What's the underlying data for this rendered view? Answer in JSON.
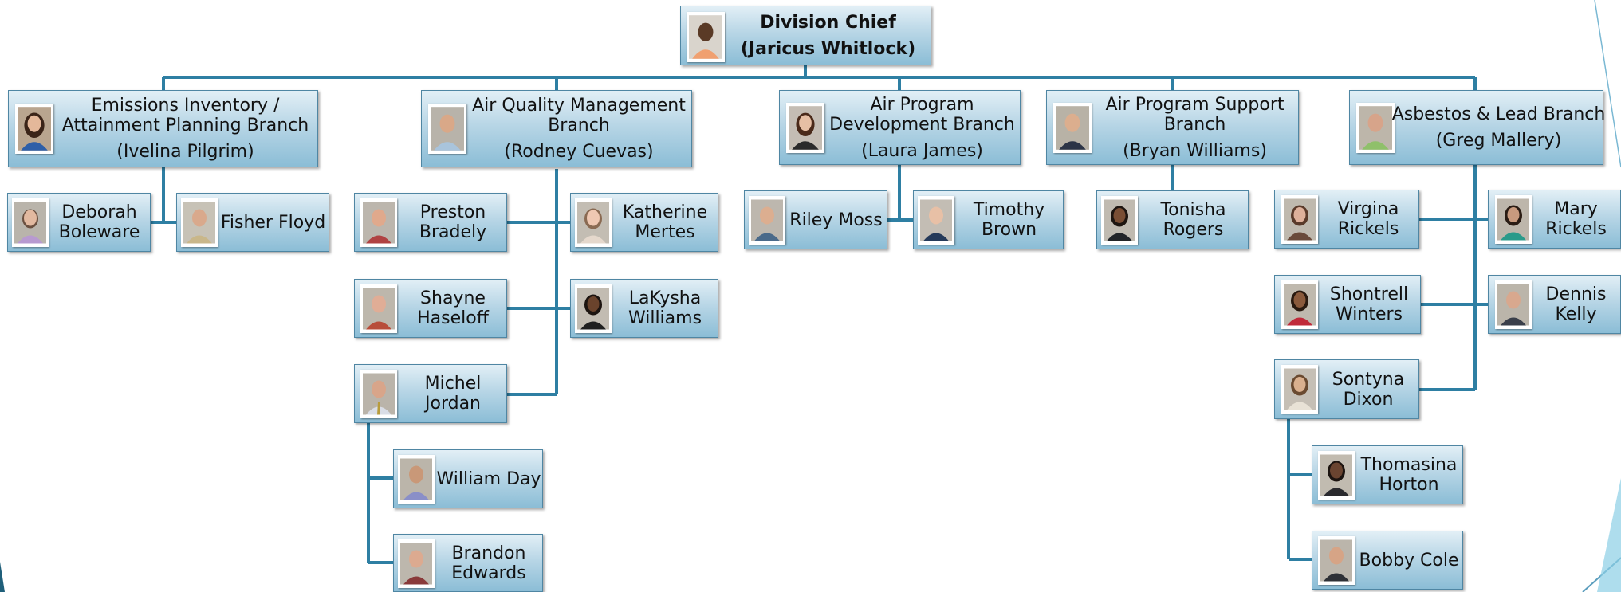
{
  "chief": {
    "title": "Division Chief",
    "name": "(Jaricus Whitlock)"
  },
  "branches": {
    "emissions": {
      "line1": "Emissions Inventory /",
      "line2": "Attainment Planning Branch",
      "head": "(Ivelina Pilgrim)"
    },
    "aqm": {
      "line1": "Air Quality Management",
      "line2": "Branch",
      "head": "(Rodney Cuevas)"
    },
    "apd": {
      "line1": "Air Program",
      "line2": "Development Branch",
      "head": "(Laura James)"
    },
    "aps": {
      "line1": "Air Program Support",
      "line2": "Branch",
      "head": "(Bryan Williams)"
    },
    "asbestos": {
      "line1": "Asbestos & Lead Branch",
      "head": "(Greg Mallery)"
    }
  },
  "staff": {
    "deborah": [
      "Deborah",
      "Boleware"
    ],
    "fisher": [
      "Fisher Floyd"
    ],
    "preston": [
      "Preston",
      "Bradely"
    ],
    "katherine": [
      "Katherine",
      "Mertes"
    ],
    "shayne": [
      "Shayne",
      "Haseloff"
    ],
    "lakysha": [
      "LaKysha",
      "Williams"
    ],
    "michel": [
      "Michel",
      "Jordan"
    ],
    "william": [
      "William Day"
    ],
    "brandon": [
      "Brandon",
      "Edwards"
    ],
    "riley": [
      "Riley Moss"
    ],
    "timothy": [
      "Timothy",
      "Brown"
    ],
    "tonisha": [
      "Tonisha",
      "Rogers"
    ],
    "virgina": [
      "Virgina",
      "Rickels"
    ],
    "mary": [
      "Mary",
      "Rickels"
    ],
    "shontrell": [
      "Shontrell",
      "Winters"
    ],
    "dennis": [
      "Dennis",
      "Kelly"
    ],
    "sontyna": [
      "Sontyna",
      "Dixon"
    ],
    "thomasina": [
      "Thomasina",
      "Horton"
    ],
    "bobby": [
      "Bobby Cole"
    ]
  },
  "colors": {
    "connector": "#2e7fa3",
    "box_top": "#e2eff6",
    "box_bottom": "#8bbdd6",
    "box_border": "#4f86a3"
  }
}
